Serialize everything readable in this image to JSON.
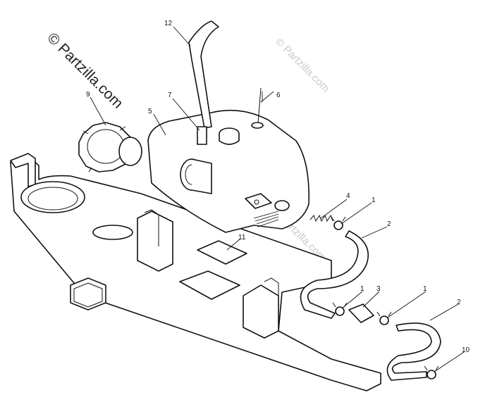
{
  "watermarks": {
    "main": "© Partzilla.com",
    "faint": "© Partzilla.com"
  },
  "callouts": {
    "c1a": "1",
    "c1b": "1",
    "c1c": "1",
    "c2a": "2",
    "c2b": "2",
    "c3": "3",
    "c4": "4",
    "c5": "5",
    "c6": "6",
    "c7": "7",
    "c9": "9",
    "c10": "10",
    "c11": "11",
    "c12": "12"
  }
}
